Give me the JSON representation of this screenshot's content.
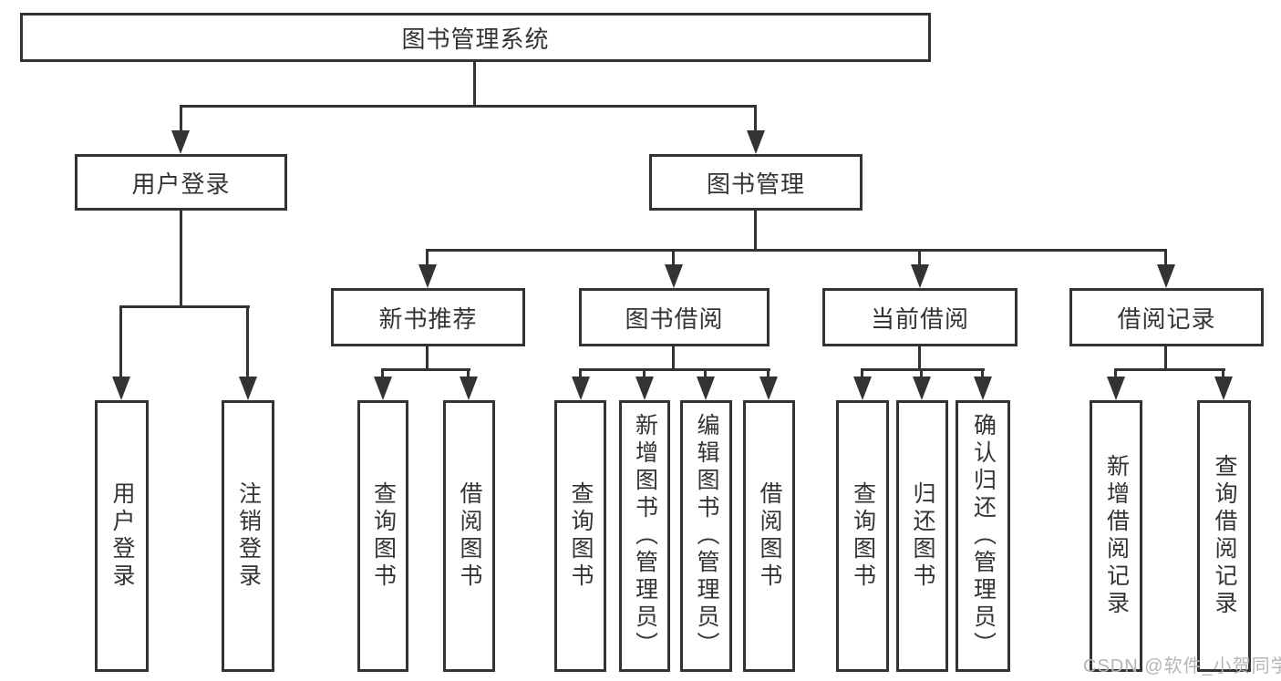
{
  "diagram": {
    "root": "图书管理系统",
    "level2": {
      "user_login": "用户登录",
      "book_management": "图书管理"
    },
    "level3": {
      "new_book_recommend": "新书推荐",
      "book_borrow": "图书借阅",
      "current_borrow": "当前借阅",
      "borrow_records": "借阅记录"
    },
    "leaves": [
      "用户登录",
      "注销登录",
      "查询图书",
      "借阅图书",
      "查询图书",
      "新增图书（管理员）",
      "编辑图书（管理员）",
      "借阅图书",
      "查询图书",
      "归还图书",
      "确认归还（管理员）",
      "新增借阅记录",
      "查询借阅记录"
    ]
  },
  "watermark": "CSDN @软件_小贺同学",
  "colors": {
    "line": "#333333",
    "text": "#333333",
    "box_background": "#ffffff",
    "watermark": "#b5b5b5",
    "page_background": "#ffffff"
  }
}
